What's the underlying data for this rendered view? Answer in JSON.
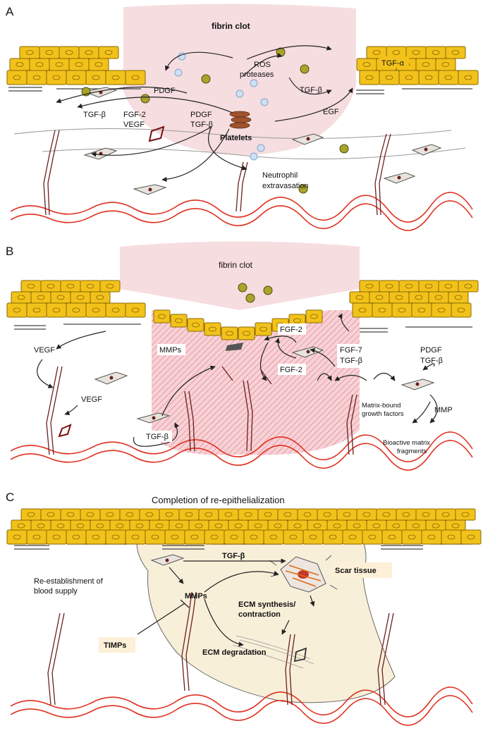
{
  "panels": {
    "a": {
      "letter": "A",
      "labels": {
        "fibrin_clot": "fibrin clot",
        "ros": "ROS",
        "proteases": "proteases",
        "tgf_alpha": "TGF-α",
        "pdgf_1": "PDGF",
        "tgf_beta_top": "TGF-β",
        "egf": "EGF",
        "tgf_beta_left": "TGF-β",
        "fgf2": "FGF-2",
        "vegf": "VEGF",
        "pdgf_2": "PDGF",
        "tgf_beta_mid": "TGF-β",
        "platelets": "Platelets",
        "neutrophil_1": "Neutrophil",
        "neutrophil_2": "extravasation"
      }
    },
    "b": {
      "letter": "B",
      "labels": {
        "fibrin_clot": "fibrin clot",
        "vegf_1": "VEGF",
        "mmps": "MMPs",
        "fgf2_1": "FGF-2",
        "fgf7": "FGF-7",
        "tgf_beta_1": "TGF-β",
        "pdgf": "PDGF",
        "tgf_beta_2": "TGF-β",
        "fgf2_2": "FGF-2",
        "vegf_2": "VEGF",
        "tgf_beta_3": "TGF-β",
        "mmp": "MMP",
        "matrix_bound_1": "Matrix-bound",
        "matrix_bound_2": "growth factors",
        "bioactive_1": "Bioactive matrix",
        "bioactive_2": "fragments"
      }
    },
    "c": {
      "letter": "C",
      "labels": {
        "title": "Completion of re-epithelialization",
        "tgf_beta": "TGF-β",
        "scar_tissue": "Scar tissue",
        "re_est_1": "Re-establishment of",
        "re_est_2": "blood supply",
        "mmps": "MMPs",
        "ecm_synth_1": "ECM synthesis/",
        "ecm_synth_2": "contraction",
        "timps": "TIMPs",
        "ecm_degradation": "ECM degradation"
      }
    }
  },
  "colors": {
    "cell_fill": "#f2c21b",
    "cell_stroke": "#8a6a00",
    "clot": "#f6dde0",
    "granulation": "#f0b4bb",
    "scar": "#f8efd9",
    "vessel": "#e03020",
    "label_box": "#fdf0d8"
  }
}
